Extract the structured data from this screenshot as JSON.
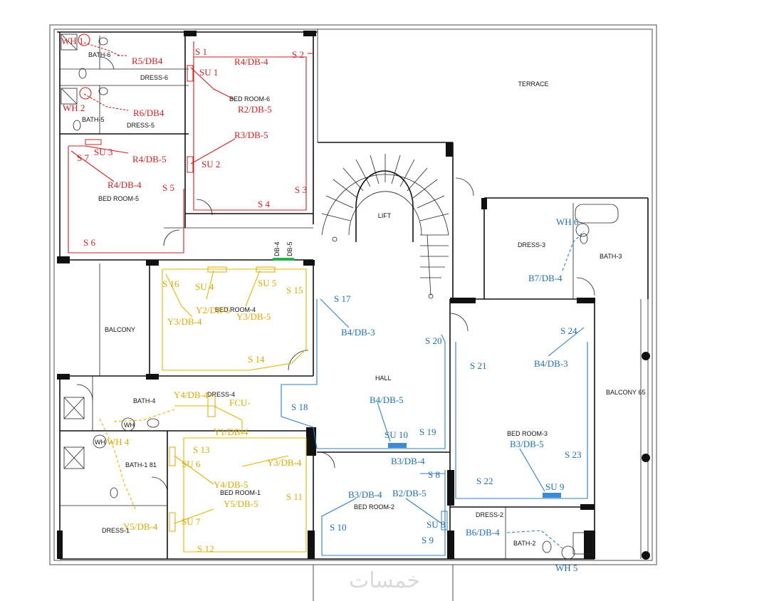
{
  "colors": {
    "red": "#d21f1f",
    "yellow": "#e8b400",
    "blue": "#2b7fc8",
    "wall": "#111111"
  },
  "rooms": {
    "terrace": "TERRACE",
    "bath6": "BATH-6",
    "dress6": "DRESS-6",
    "bath5": "BATH-5",
    "dress5": "DRESS-5",
    "bed6": "BED ROOM-6",
    "bed5": "BED ROOM-5",
    "lift": "LIFT",
    "dress3": "DRESS-3",
    "bath3": "BATH-3",
    "bed4": "BED ROOM-4",
    "balcony_left": "BALCONY",
    "hall": "HALL",
    "balcony_right": "BALCONY  65",
    "bath4": "BATH-4",
    "dress4": "DRESS-4",
    "bath1": "BATH-1 81",
    "bed1": "BED ROOM-1",
    "dress1": "DRESS-1",
    "bed2": "BED ROOM-2",
    "bed3": "BED ROOM-3",
    "dress2": "DRESS-2",
    "bath2": "BATH-2"
  },
  "panels": {
    "db4": "DB-4",
    "db5": "DB-5"
  },
  "red_labels": {
    "wh1": "WH 1",
    "wh2": "WH 2",
    "r5db4": "R5/DB4",
    "r6db4": "R6/DB4",
    "s1": "S 1",
    "s2": "S 2",
    "r4db4_top": "R4/DB-4",
    "su1": "SU 1",
    "r2db5": "R2/DB-5",
    "r3db5": "R3/DB-5",
    "su2": "SU 2",
    "su3": "SU 3",
    "s7": "S 7",
    "r4db5": "R4/DB-5",
    "r4db4": "R4/DB-4",
    "s5": "S 5",
    "s3": "S 3",
    "s4": "S 4",
    "s6": "S 6"
  },
  "yellow_labels": {
    "s16": "S 16",
    "su4": "SU 4",
    "su5": "SU 5",
    "s15": "S 15",
    "y3db4_top": "Y3/DB-4",
    "y2db5": "Y2/DB-5",
    "y3db5": "Y3/DB-5",
    "s14": "S 14",
    "y4db4_top": "Y4/DB-4",
    "fcu": "FCU-",
    "y1db4": "Y1/DB-4",
    "wh4": "WH 4",
    "s13": "S 13",
    "su6": "SU 6",
    "y4db5": "Y4/DB-5",
    "y5db5": "Y5/DB-5",
    "y3db4": "Y3/DB-4",
    "s11": "S 11",
    "su7": "SU 7",
    "y5db4": "Y5/DB-4",
    "s12": "S 12"
  },
  "blue_labels": {
    "wh6": "WH 6",
    "b7db4": "B7/DB-4",
    "s17": "S 17",
    "b4db3_l": "B4/DB-3",
    "s18": "S 18",
    "b4db5": "B4/DB-5",
    "su10": "SU 10",
    "s19": "S 19",
    "s20": "S 20",
    "s21": "S 21",
    "s24": "S 24",
    "b4db3_r": "B4/DB-3",
    "b3db5": "B3/DB-5",
    "s23": "S 23",
    "s22": "S 22",
    "su9": "SU 9",
    "b3db4_top": "B3/DB-4",
    "s8": "S 8",
    "b3db4": "B3/DB-4",
    "b2db5": "B2/DB-5",
    "su8": "SU 8",
    "s10": "S 10",
    "s9": "S 9",
    "b6db4": "B6/DB-4",
    "wh5": "WH 5"
  },
  "fixtures": {
    "wh": "WH"
  },
  "watermark": "خمسات",
  "icons": [
    "stair-spiral-icon",
    "toilet-icon",
    "bathtub-icon",
    "shower-icon",
    "washbasin-icon",
    "door-swing-icon",
    "water-heater-icon",
    "split-unit-icon",
    "socket-icon"
  ]
}
